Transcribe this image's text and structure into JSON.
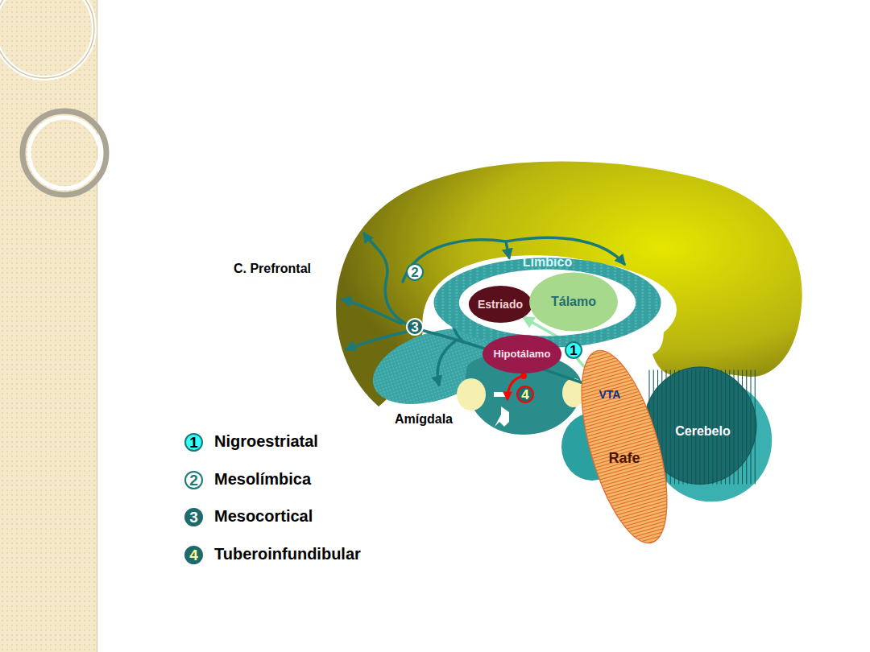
{
  "diagram": {
    "nodes": [
      {
        "text": [
          "Límbico"
        ]
      },
      {
        "text": [
          "Estriado"
        ],
        "in": 0
      },
      {
        "text": [
          "Tálamo"
        ],
        "in": 0
      },
      {
        "text": [
          "Hipotálamo"
        ]
      },
      {
        "text": [
          "VTA"
        ]
      },
      {
        "text": [
          "Cerebelo"
        ]
      },
      {
        "text": [
          "Rafe"
        ]
      }
    ],
    "edges": [
      {
        "from": 4,
        "to": 1,
        "arrow": "to"
      }
    ],
    "labels": [
      "C. Prefrontal",
      "Amígdala",
      "2",
      "3",
      "1",
      "4",
      "1",
      "2",
      "3",
      "4"
    ],
    "legend": [
      {
        "text": "Nigroestriatal",
        "color": "#33ffff"
      },
      {
        "text": "Mesolímbica",
        "color": "#ffffff"
      },
      {
        "text": "Mesocortical",
        "color": "#1f6b6b"
      },
      {
        "text": "Tuberoinfundibular",
        "color": "#1f6b6b"
      }
    ]
  }
}
